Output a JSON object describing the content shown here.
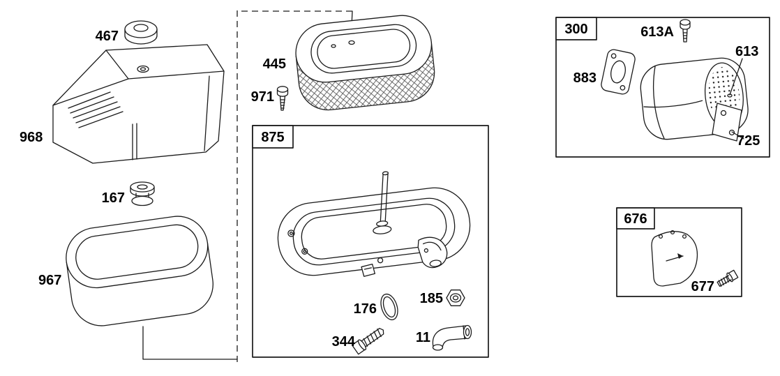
{
  "colors": {
    "line": "#1a1a1a",
    "background": "#ffffff"
  },
  "callouts": {
    "p467": "467",
    "p968": "968",
    "p167": "167",
    "p967": "967",
    "p445": "445",
    "p971": "971",
    "b875": "875",
    "p176": "176",
    "p185": "185",
    "p344": "344",
    "p11": "11",
    "b300": "300",
    "p613A": "613A",
    "p883": "883",
    "p613": "613",
    "p725": "725",
    "b676": "676",
    "p677": "677"
  }
}
